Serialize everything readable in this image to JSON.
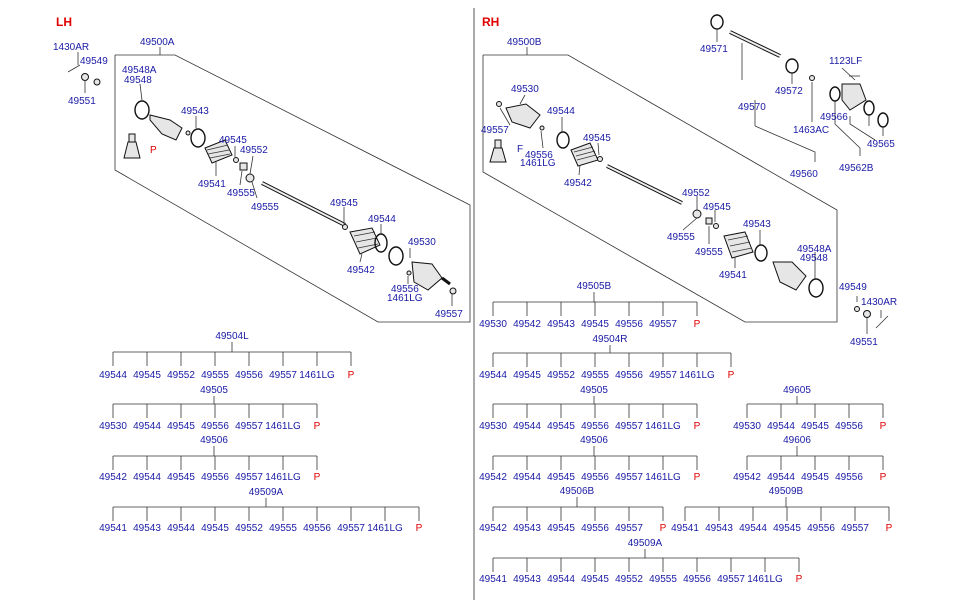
{
  "sides": {
    "lh": "LH",
    "rh": "RH"
  },
  "p": "P",
  "lh_labels": {
    "a1430ar": "1430AR",
    "a49549": "49549",
    "a49551": "49551",
    "a49500a": "49500A",
    "a49548a": "49548A",
    "a49548": "49548",
    "a49543": "49543",
    "a49545": "49545",
    "a49552": "49552",
    "a49541": "49541",
    "a49555a": "49555",
    "a49555b": "49555",
    "a49545b": "49545",
    "a49544": "49544",
    "a49530": "49530",
    "a49542": "49542",
    "a49556": "49556",
    "a1461lg": "1461LG",
    "a49557": "49557",
    "ap": "P"
  },
  "rh_labels": {
    "b49500b": "49500B",
    "b49530": "49530",
    "b49557": "49557",
    "b49544": "49544",
    "b49545": "49545",
    "b49556": "49556",
    "b1461lg": "1461LG",
    "bf": "F",
    "b49542": "49542",
    "b49571": "49571",
    "b49572": "49572",
    "b49570": "49570",
    "b1123lf": "1123LF",
    "b49566": "49566",
    "b49565": "49565",
    "b1463ac": "1463AC",
    "b49562b": "49562B",
    "b49560": "49560",
    "b49552": "49552",
    "b49545b": "49545",
    "b49555a": "49555",
    "b49555b": "49555",
    "b49543": "49543",
    "b49541": "49541",
    "b49548a": "49548A",
    "b49548": "49548",
    "b49549": "49549",
    "b1430ar": "1430AR",
    "b49551": "49551"
  },
  "kits": [
    {
      "title": "49504L",
      "items": [
        "49544",
        "49545",
        "49552",
        "49555",
        "49556",
        "49557",
        "1461LG",
        "P"
      ]
    },
    {
      "title": "49505",
      "items": [
        "49530",
        "49544",
        "49545",
        "49556",
        "49557",
        "1461LG",
        "P"
      ]
    },
    {
      "title": "49506",
      "items": [
        "49542",
        "49544",
        "49545",
        "49556",
        "49557",
        "1461LG",
        "P"
      ]
    },
    {
      "title": "49509A",
      "items": [
        "49541",
        "49543",
        "49544",
        "49545",
        "49552",
        "49555",
        "49556",
        "49557",
        "1461LG",
        "P"
      ]
    },
    {
      "title": "49505B",
      "items": [
        "49530",
        "49542",
        "49543",
        "49545",
        "49556",
        "49557",
        "P"
      ]
    },
    {
      "title": "49504R",
      "items": [
        "49544",
        "49545",
        "49552",
        "49555",
        "49556",
        "49557",
        "1461LG",
        "P"
      ]
    },
    {
      "title": "49505",
      "items": [
        "49530",
        "49544",
        "49545",
        "49556",
        "49557",
        "1461LG",
        "P"
      ]
    },
    {
      "title": "49605",
      "items": [
        "49530",
        "49544",
        "49545",
        "49556",
        "P"
      ]
    },
    {
      "title": "49506",
      "items": [
        "49542",
        "49544",
        "49545",
        "49556",
        "49557",
        "1461LG",
        "P"
      ]
    },
    {
      "title": "49606",
      "items": [
        "49542",
        "49544",
        "49545",
        "49556",
        "P"
      ]
    },
    {
      "title": "49506B",
      "items": [
        "49542",
        "49543",
        "49545",
        "49556",
        "49557",
        "P"
      ]
    },
    {
      "title": "49509B",
      "items": [
        "49541",
        "49543",
        "49544",
        "49545",
        "49556",
        "49557",
        "P"
      ]
    },
    {
      "title": "49509A",
      "items": [
        "49541",
        "49543",
        "49544",
        "49545",
        "49552",
        "49555",
        "49556",
        "49557",
        "1461LG",
        "P"
      ]
    }
  ]
}
